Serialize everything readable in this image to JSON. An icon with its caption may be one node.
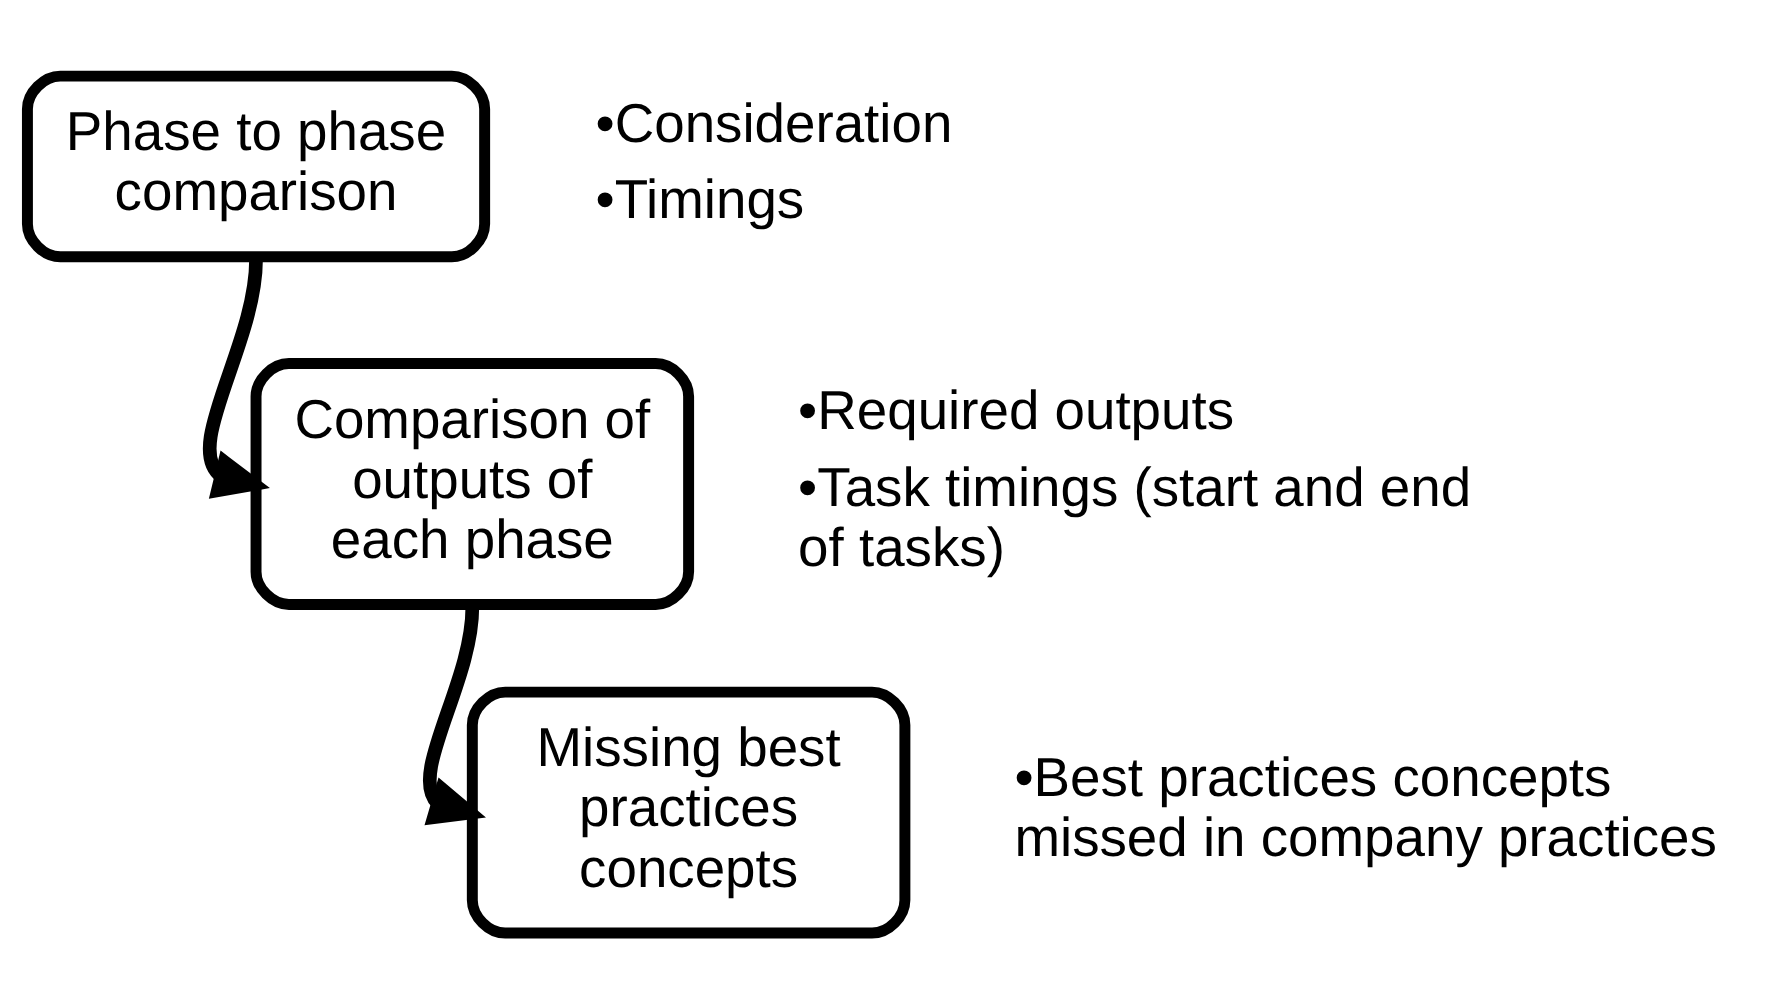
{
  "diagram": {
    "nodes": [
      {
        "text": [
          "Phase to phase comparison"
        ],
        "beside": [
          "•Consideration",
          "•Timings"
        ]
      },
      {
        "text": [
          "Comparison of outputs of each phase"
        ],
        "beside": [
          "•Required outputs",
          "•Task timings (start and end of tasks)"
        ]
      },
      {
        "text": [
          "Missing best practices concepts"
        ],
        "beside": [
          "•Best practices concepts missed in company practices"
        ]
      }
    ],
    "edges": [
      {
        "from": 0,
        "to": 1,
        "arrow": "to"
      },
      {
        "from": 1,
        "to": 2,
        "arrow": "to"
      }
    ]
  }
}
